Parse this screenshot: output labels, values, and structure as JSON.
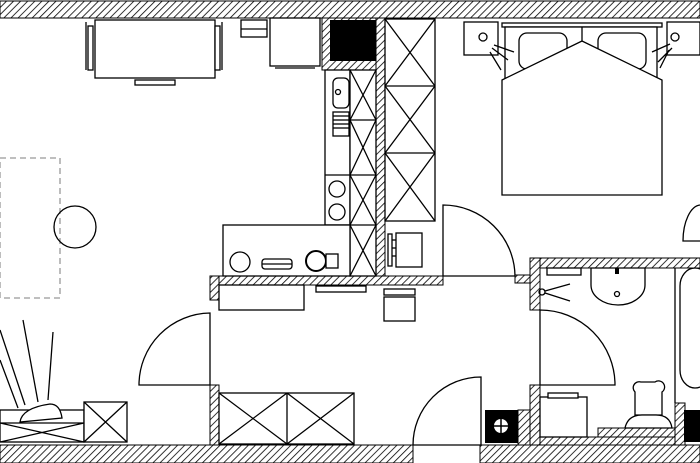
{
  "plan": {
    "type": "floor plan",
    "colors": {
      "line": "#000000",
      "background": "#ffffff",
      "dashed": "#999999"
    },
    "rooms": [
      "living-room",
      "kitchen",
      "bedroom",
      "hallway",
      "bathroom"
    ]
  }
}
